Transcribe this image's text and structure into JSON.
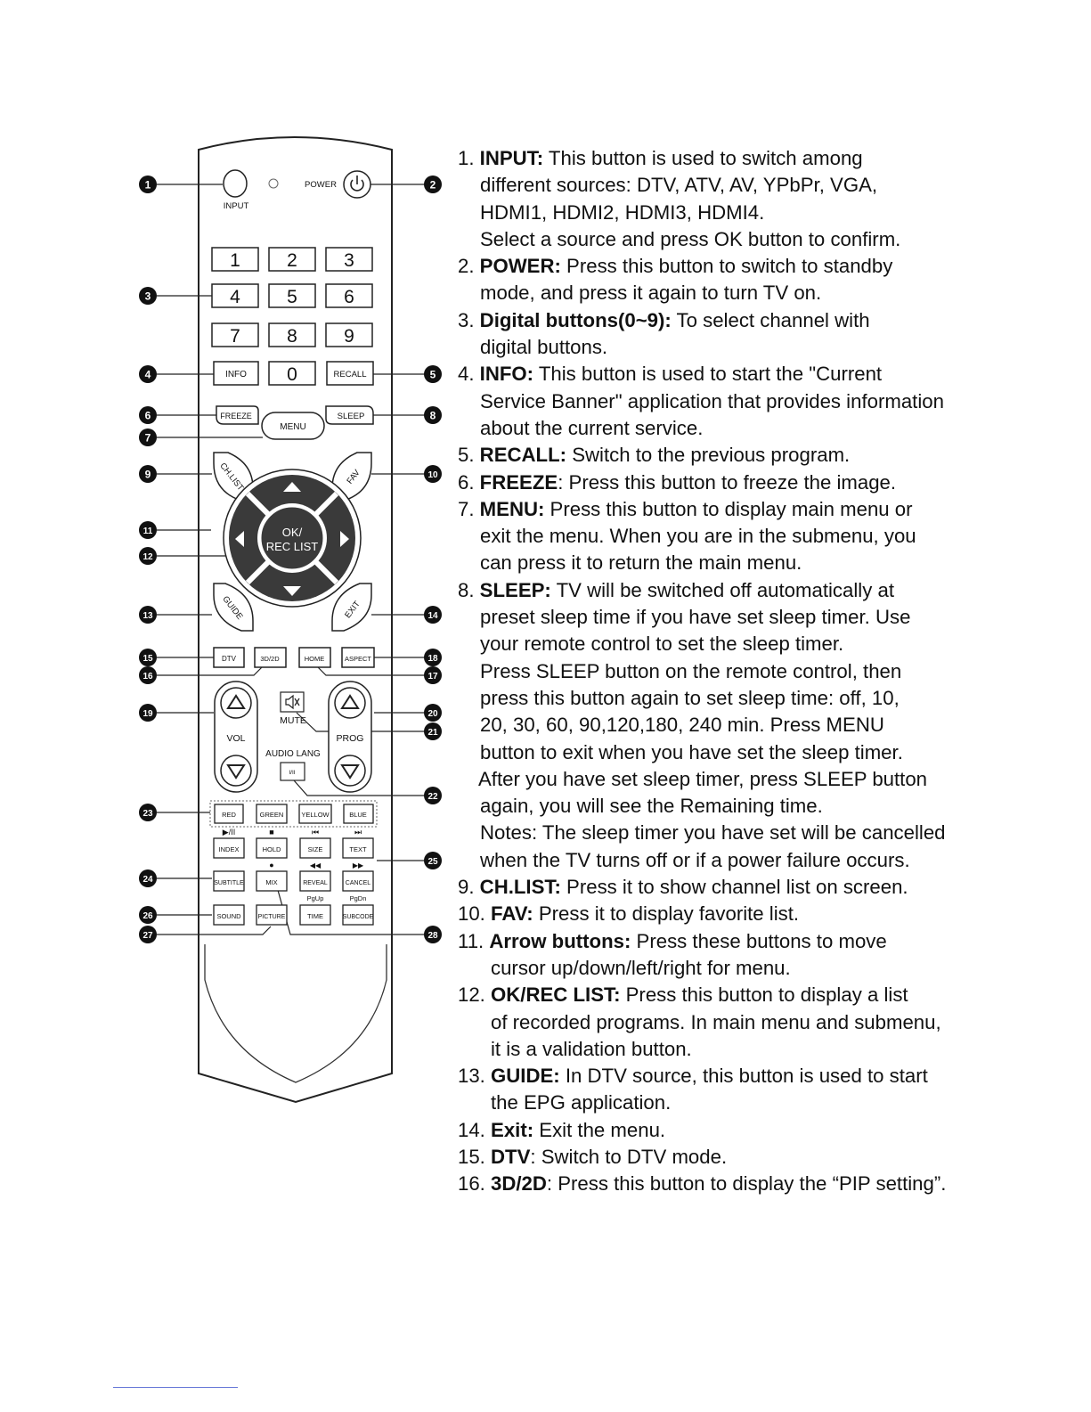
{
  "remote": {
    "labels": {
      "input": "INPUT",
      "power": "POWER",
      "keys_row1": [
        "1",
        "2",
        "3"
      ],
      "keys_row2": [
        "4",
        "5",
        "6"
      ],
      "keys_row3": [
        "7",
        "8",
        "9"
      ],
      "info": "INFO",
      "zero": "0",
      "recall": "RECALL",
      "freeze": "FREEZE",
      "menu": "MENU",
      "sleep": "SLEEP",
      "chlist": "CH.LIST",
      "fav": "FAV",
      "ok_line1": "OK/",
      "ok_line2": "REC LIST",
      "guide": "GUIDE",
      "exit": "EXIT",
      "dtv": "DTV",
      "three_d": "3D/2D",
      "home": "HOME",
      "aspect": "ASPECT",
      "vol": "VOL",
      "mute": "MUTE",
      "prog": "PROG",
      "audio_lang": "AUDIO LANG",
      "audio_btn": "I/II",
      "red": "RED",
      "green": "GREEN",
      "yellow": "YELLOW",
      "blue": "BLUE",
      "index": "INDEX",
      "hold": "HOLD",
      "size": "SIZE",
      "text": "TEXT",
      "subtitle": "SUBTITLE",
      "mix": "MIX",
      "reveal": "REVEAL",
      "cancel": "CANCEL",
      "pgup": "PgUp",
      "pgdn": "PgDn",
      "sound": "SOUND",
      "picture": "PICTURE",
      "time": "TIME",
      "subcode": "SUBCODE",
      "play_pause": "▶/II",
      "stop": "■",
      "prev": "⏮",
      "next": "⏭",
      "record": "●",
      "rewind": "◀◀",
      "forward": "▶▶"
    },
    "callouts": [
      "1",
      "2",
      "3",
      "4",
      "5",
      "6",
      "7",
      "8",
      "9",
      "10",
      "11",
      "12",
      "13",
      "14",
      "15",
      "16",
      "17",
      "18",
      "19",
      "20",
      "21",
      "22",
      "23",
      "24",
      "25",
      "26",
      "27",
      "28"
    ]
  },
  "descriptions": [
    {
      "num": "1. ",
      "term": "INPUT:",
      "text": " This button is used to switch among",
      "cont": [
        "different sources: DTV, ATV, AV, YPbPr, VGA,",
        "HDMI1, HDMI2, HDMI3, HDMI4.",
        "Select a source and press OK button to confirm."
      ]
    },
    {
      "num": "2. ",
      "term": "POWER:",
      "text": " Press this button to switch to standby",
      "cont": [
        "mode, and press it again to turn TV on."
      ]
    },
    {
      "num": "3. ",
      "term": "Digital buttons(0~9):",
      "text": " To select channel with",
      "cont": [
        "digital buttons."
      ]
    },
    {
      "num": "4. ",
      "term": "INFO:",
      "text": " This button is used to start the \"Current",
      "cont": [
        "Service Banner\" application that provides information",
        "about the current service."
      ]
    },
    {
      "num": "5. ",
      "term": "RECALL:",
      "text": " Switch to the previous program.",
      "cont": []
    },
    {
      "num": "6. ",
      "term": "FREEZE",
      "text": ": Press this button to freeze the image.",
      "cont": []
    },
    {
      "num": "7. ",
      "term": "MENU:",
      "text": " Press this button to display main menu or",
      "cont": [
        "exit the menu. When you are in the submenu, you",
        "can press it to return the main menu."
      ]
    },
    {
      "num": "8. ",
      "term": "SLEEP:",
      "text": " TV will be switched off automatically at",
      "cont": [
        "preset sleep time if you have set sleep timer. Use",
        "your remote control to set the sleep timer.",
        "Press SLEEP button on the remote control, then",
        "press this button again to set sleep time: off, 10,",
        "20, 30, 60, 90,120,180, 240 min. Press MENU",
        "button to exit when you have set the sleep timer."
      ],
      "cont_shift": [
        "After you have set sleep timer, press SLEEP button"
      ],
      "cont2": [
        "again, you will see the Remaining time.",
        "Notes: The sleep timer you have set will be cancelled",
        "when the TV turns off or if a power failure occurs."
      ]
    },
    {
      "num": "9. ",
      "term": "CH.LIST:",
      "text": " Press it to show channel list on screen.",
      "cont": []
    },
    {
      "num": "10. ",
      "term": "FAV:",
      "text": " Press it to display favorite list.",
      "cont": []
    },
    {
      "num": "11. ",
      "term": "Arrow buttons:",
      "text": " Press these buttons to move",
      "cont": [
        "cursor up/down/left/right for menu."
      ]
    },
    {
      "num": "12. ",
      "term": "OK/REC LIST:",
      "text": "  Press this button to display a list",
      "cont": [
        "of recorded programs. In main menu and submenu,",
        "it is a validation button."
      ]
    },
    {
      "num": "13. ",
      "term": "GUIDE:",
      "text": " In DTV source, this button is used to start",
      "cont": [
        "the EPG application."
      ]
    },
    {
      "num": "14. ",
      "term": "Exit:",
      "text": " Exit the menu.",
      "cont": []
    },
    {
      "num": "15. ",
      "term": "DTV",
      "text": ": Switch to DTV mode.",
      "cont": []
    },
    {
      "num": "16. ",
      "term": "3D/2D",
      "text": ": Press this button to display the “PIP setting”.",
      "cont": []
    }
  ]
}
